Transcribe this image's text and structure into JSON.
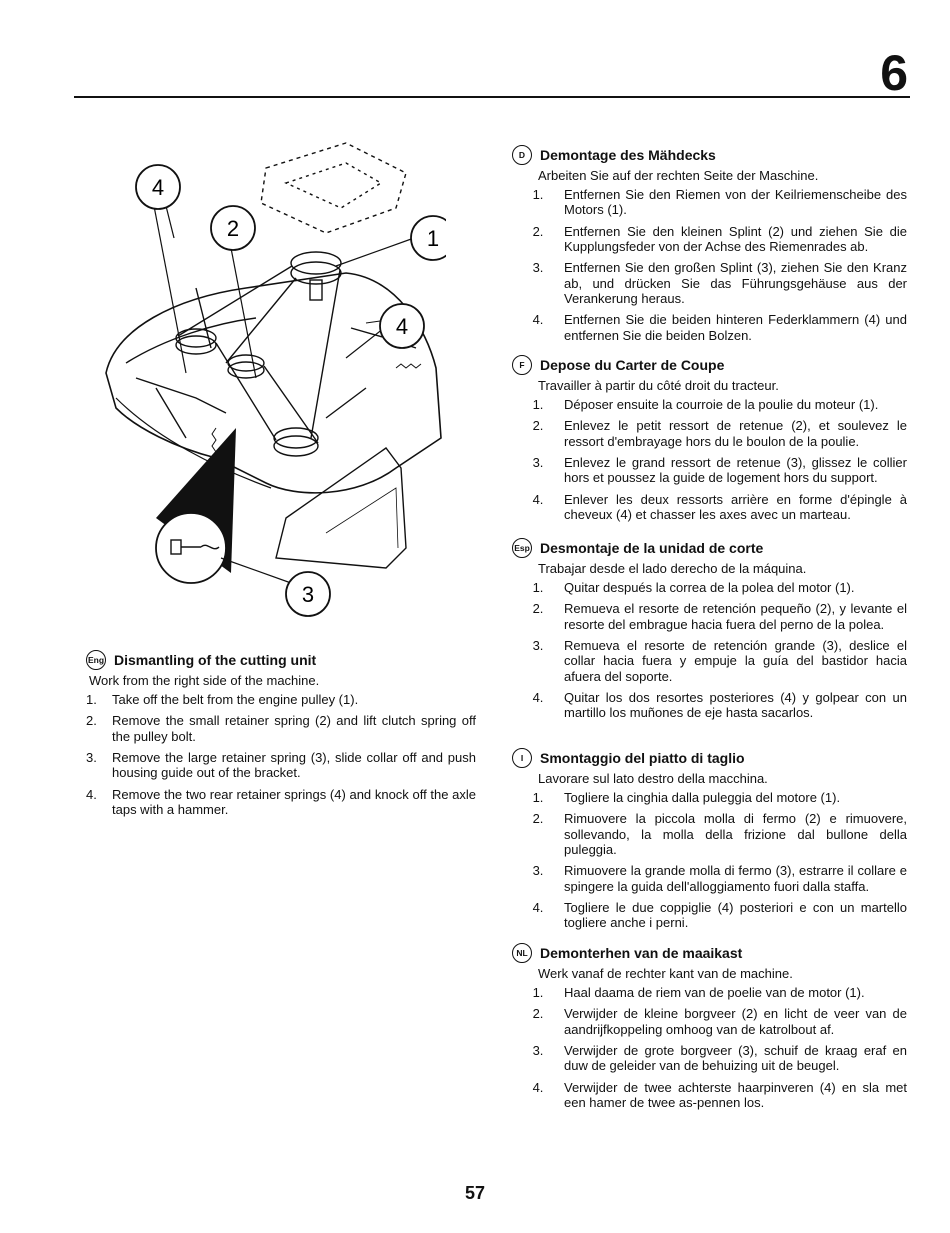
{
  "chapter": "6",
  "page_number": "57",
  "figure": {
    "callouts": [
      "4",
      "2",
      "1",
      "4",
      "3"
    ]
  },
  "sections": {
    "eng": {
      "badge": "Eng",
      "title": "Dismantling of the cutting unit",
      "intro": "Work from the right side of the machine.",
      "steps": [
        {
          "n": "1.",
          "t": "Take off the belt from the engine pulley (1)."
        },
        {
          "n": "2.",
          "t": "Remove the small retainer spring (2) and lift clutch spring off the pulley bolt."
        },
        {
          "n": "3.",
          "t": "Remove the large retainer spring (3), slide collar off and push housing guide out of the bracket."
        },
        {
          "n": "4.",
          "t": "Remove the two rear retainer springs (4) and knock off the axle taps with a hammer."
        }
      ]
    },
    "de": {
      "badge": "D",
      "title": "Demontage des Mähdecks",
      "intro": "Arbeiten Sie auf der rechten Seite der Maschine.",
      "steps": [
        {
          "n": "1.",
          "t": "Entfernen Sie den Riemen von der Keilriemenscheibe des Motors (1)."
        },
        {
          "n": "2.",
          "t": "Entfernen Sie den kleinen Splint (2) und ziehen Sie die Kupplungsfeder von der Achse des Riemenrades ab."
        },
        {
          "n": "3.",
          "t": "Entfernen Sie den großen Splint (3), ziehen Sie den Kranz ab, und drücken Sie das Führungsgehäuse aus der Verankerung heraus."
        },
        {
          "n": "4.",
          "t": "Entfernen Sie die beiden hinteren Federklammern (4) und entfernen Sie die beiden Bolzen."
        }
      ]
    },
    "fr": {
      "badge": "F",
      "title": "Depose du Carter de Coupe",
      "intro": "Travailler à partir du côté droit du tracteur.",
      "steps": [
        {
          "n": "1.",
          "t": "Déposer ensuite la courroie de la poulie du moteur (1)."
        },
        {
          "n": "2.",
          "t": "Enlevez le petit ressort de retenue (2), et soulevez le ressort d'embrayage hors du le boulon de la poulie."
        },
        {
          "n": "3.",
          "t": "Enlevez le grand ressort de retenue (3), glissez le collier hors et poussez la guide de logement hors du support."
        },
        {
          "n": "4.",
          "t": "Enlever les deux ressorts arrière en forme d'épingle à cheveux (4) et chasser les axes avec un marteau."
        }
      ]
    },
    "es": {
      "badge": "Esp",
      "title": "Desmontaje de la unidad de corte",
      "intro": "Trabajar desde el lado derecho de la máquina.",
      "steps": [
        {
          "n": "1.",
          "t": "Quitar después la correa de la polea del motor (1)."
        },
        {
          "n": "2.",
          "t": "Remueva el resorte de retención pequeño (2), y levante el resorte del embrague hacia fuera del perno de la polea."
        },
        {
          "n": "3.",
          "t": "Remueva el resorte de retención grande (3), deslice el collar hacia fuera y empuje la guía del bastidor hacia afuera del soporte."
        },
        {
          "n": "4.",
          "t": "Quitar los dos resortes posteriores (4) y golpear con un martillo los muñones de eje hasta sacarlos."
        }
      ]
    },
    "it": {
      "badge": "I",
      "title": "Smontaggio del piatto di taglio",
      "intro": "Lavorare sul lato destro della macchina.",
      "steps": [
        {
          "n": "1.",
          "t": "Togliere la cinghia dalla puleggia del motore (1)."
        },
        {
          "n": "2.",
          "t": "Rimuovere la piccola molla di fermo (2) e rimuovere, sollevando, la molla della frizione dal bullone della puleggia."
        },
        {
          "n": "3.",
          "t": "Rimuovere la grande molla di fermo (3), estrarre il collare e spingere la guida dell'alloggiamento fuori dalla staffa."
        },
        {
          "n": "4.",
          "t": "Togliere le due coppiglie (4) posteriori e con un martello togliere anche i perni."
        }
      ]
    },
    "nl": {
      "badge": "NL",
      "title": "Demonterhen van de maaikast",
      "intro": "Werk vanaf de rechter kant van de machine.",
      "steps": [
        {
          "n": "1.",
          "t": "Haal daama de riem van de poelie van de motor (1)."
        },
        {
          "n": "2.",
          "t": "Verwijder de kleine borgveer (2) en licht de veer van de aandrijfkoppeling omhoog van de katrolbout af."
        },
        {
          "n": "3.",
          "t": "Verwijder de grote borgveer (3), schuif de kraag eraf en duw de geleider van de behuizing uit de beugel."
        },
        {
          "n": "4.",
          "t": "Verwijder de twee achterste haarpinveren (4) en sla met een hamer de twee as-pennen los."
        }
      ]
    }
  }
}
